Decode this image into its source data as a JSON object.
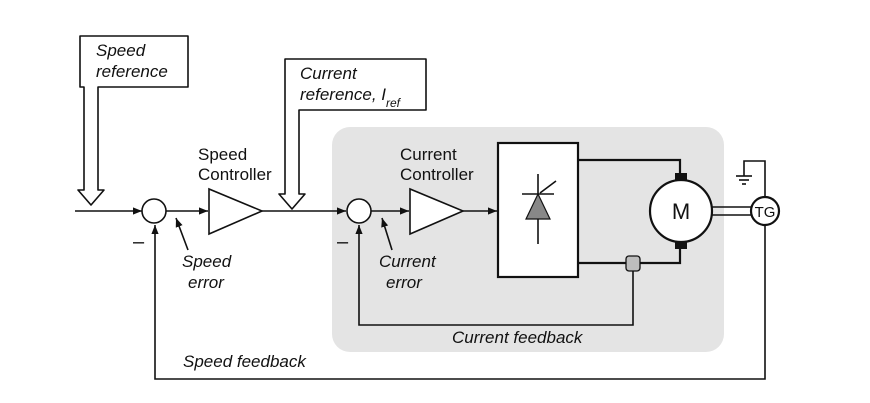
{
  "labels": {
    "speed_reference_line1": "Speed",
    "speed_reference_line2": "reference",
    "current_reference_line1": "Current",
    "current_reference_line2": "reference, I",
    "current_reference_sub": "ref",
    "speed_controller_line1": "Speed",
    "speed_controller_line2": "Controller",
    "current_controller_line1": "Current",
    "current_controller_line2": "Controller",
    "speed_error_line1": "Speed",
    "speed_error_line2": "error",
    "current_error_line1": "Current",
    "current_error_line2": "error",
    "minus_speed": "–",
    "minus_current": "–",
    "motor": "M",
    "tachogenerator": "TG",
    "current_feedback": "Current feedback",
    "speed_feedback": "Speed feedback"
  },
  "icons": {
    "converter": "thyristor-icon",
    "ground": "ground-icon"
  },
  "colors": {
    "drive_region": "#e4e4e4",
    "line": "#111111",
    "shunt": "#bdbdbd"
  }
}
